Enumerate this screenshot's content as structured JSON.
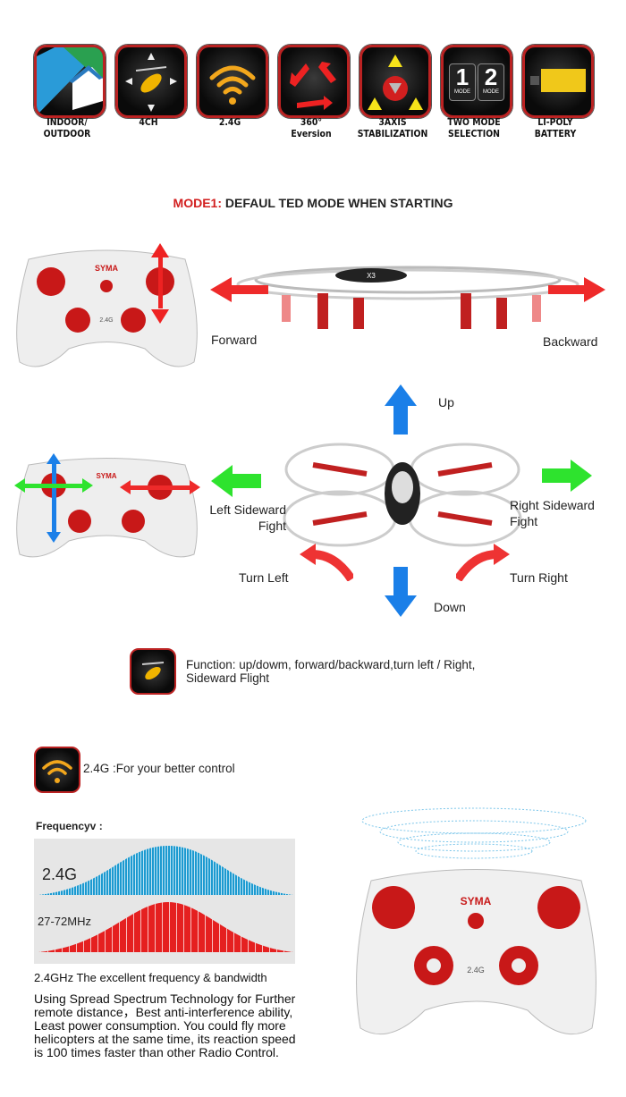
{
  "features": [
    {
      "icon": "indoor-outdoor-icon",
      "label1": "INDOOR/",
      "label2": "OUTDOOR"
    },
    {
      "icon": "helicopter-4ch-icon",
      "label1": "4CH",
      "label2": ""
    },
    {
      "icon": "wifi-icon",
      "label1": "2.4G",
      "label2": ""
    },
    {
      "icon": "rotate-360-icon",
      "label1": "360°",
      "label2": "Eversion"
    },
    {
      "icon": "triangle-stabilization-icon",
      "label1": "3AXIS",
      "label2": "STABILIZATION"
    },
    {
      "icon": "mode-switch-icon",
      "label1": "TWO MODE",
      "label2": "SELECTION",
      "mode1": "1",
      "mode2": "2",
      "mode_word": "MODE"
    },
    {
      "icon": "battery-icon",
      "label1": "LI-POLY",
      "label2": "BATTERY"
    }
  ],
  "mode_title": {
    "prefix": "MODE1:",
    "text": " DEFAUL TED MODE WHEN STARTING"
  },
  "controller": {
    "brand": "SYMA",
    "band": "2.4G"
  },
  "drone": {
    "model": "X3"
  },
  "directions": {
    "forward": "Forward",
    "backward": "Backward",
    "up": "Up",
    "down": "Down",
    "left_sideward_1": "Left Sideward",
    "left_sideward_2": "Fight",
    "right_sideward_1": "Right Sideward",
    "right_sideward_2": "Fight",
    "turn_left": "Turn Left",
    "turn_right": "Turn Right"
  },
  "colors": {
    "accent_red": "#d21f1f",
    "arrow_blue": "#1a7fe8",
    "arrow_green": "#2ee32e"
  },
  "function": {
    "line1": "Function: up/dowm, forward/backward,turn left / Right,",
    "line2": "Sideward Flight"
  },
  "control": {
    "text": "2.4G :For your better control"
  },
  "frequency": {
    "heading": "Frequencyv :",
    "label_24g": "2.4G",
    "label_mhz": "27-72MHz",
    "caption": "2.4GHz  The excellent frequency & bandwidth",
    "paragraph": [
      "Using Spread Spectrum Technology for Further",
      "remote distance，Best anti-interference ability,",
      "Least power consumption. You could fly more",
      "helicopters at the same time, its reaction speed",
      "is 100 times faster than other Radio Control."
    ]
  }
}
